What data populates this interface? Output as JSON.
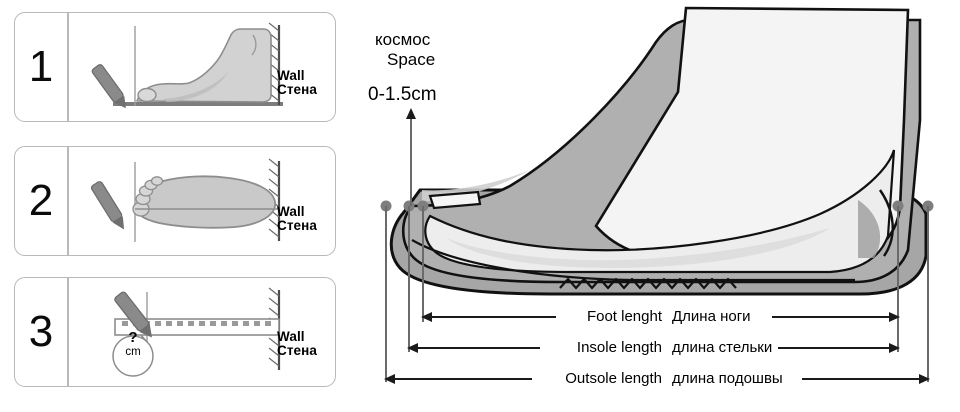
{
  "steps": [
    {
      "number": "1",
      "icon": "foot-side-view-icon",
      "wall_en": "Wall",
      "wall_ru": "Стена"
    },
    {
      "number": "2",
      "icon": "foot-top-view-icon",
      "wall_en": "Wall",
      "wall_ru": "Стена"
    },
    {
      "number": "3",
      "icon": "ruler-measure-icon",
      "wall_en": "Wall",
      "wall_ru": "Стена",
      "callout_value": "?",
      "callout_unit": "cm"
    }
  ],
  "diagram": {
    "space_ru": "космос",
    "space_en": "Space",
    "space_range": "0-1.5cm",
    "measurements": [
      {
        "en": "Foot lenght",
        "ru": "Длина ноги"
      },
      {
        "en": "Insole length",
        "ru": "длина стельки"
      },
      {
        "en": "Outsole length",
        "ru": "длина подошвы"
      }
    ]
  },
  "colors": {
    "panel_border": "#b9b9b9",
    "line": "#5a5a5a",
    "outline": "#111111",
    "shoe_mid": "#a3a3a3",
    "shoe_upper": "#bdbdbd",
    "shoe_inner": "#f2f2f2",
    "foot_fill": "#d9d9d9",
    "text": "#000000",
    "background": "#ffffff"
  }
}
